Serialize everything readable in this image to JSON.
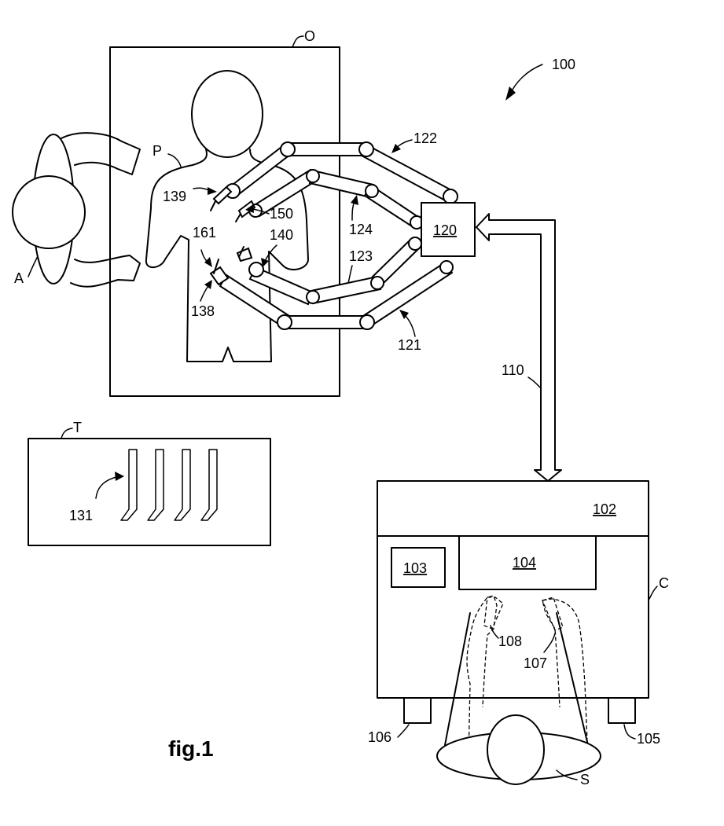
{
  "figure_label": "fig.1",
  "labels": {
    "system": "100",
    "operating_table": "O",
    "patient": "P",
    "assistant": "A",
    "tray": "T",
    "console": "C",
    "surgeon": "S",
    "arm_121": "121",
    "arm_122": "122",
    "arm_123": "123",
    "arm_124": "124",
    "cart": "120",
    "bus": "110",
    "instrument_131": "131",
    "tool_138": "138",
    "tool_139": "139",
    "tool_140": "140",
    "tool_150": "150",
    "tool_161": "161",
    "console_102": "102",
    "console_103": "103",
    "monitor_104": "104",
    "pedal_105": "105",
    "pedal_106": "106",
    "input_107": "107",
    "input_108": "108"
  }
}
